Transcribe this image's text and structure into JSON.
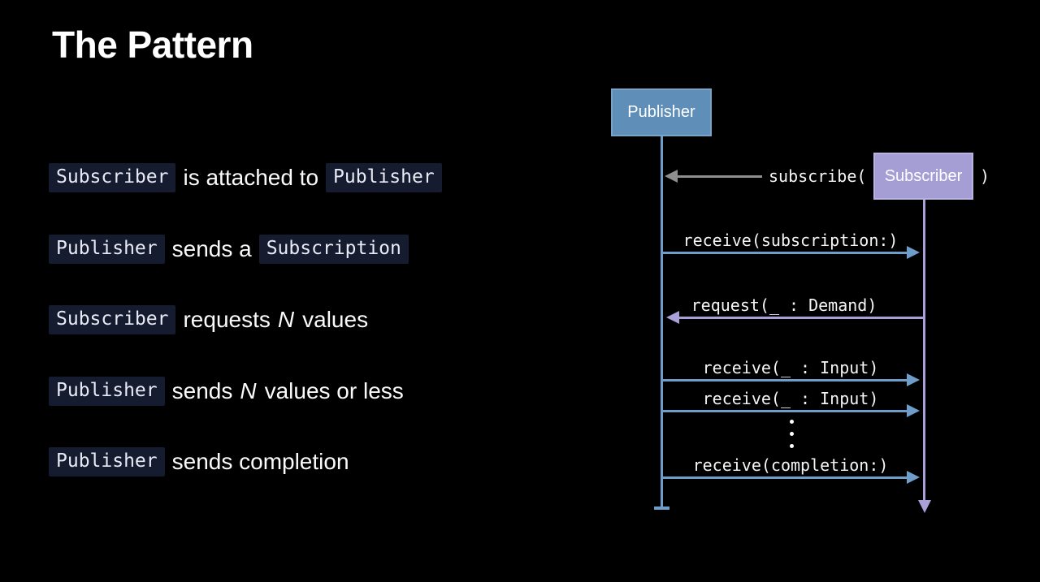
{
  "slide": {
    "title": "The Pattern"
  },
  "bullets": [
    {
      "segments": [
        {
          "style": "code",
          "text": "Subscriber"
        },
        {
          "style": "plain",
          "text": "is attached to"
        },
        {
          "style": "code",
          "text": "Publisher"
        }
      ]
    },
    {
      "segments": [
        {
          "style": "code",
          "text": "Publisher"
        },
        {
          "style": "plain",
          "text": "sends a"
        },
        {
          "style": "code",
          "text": "Subscription"
        }
      ]
    },
    {
      "segments": [
        {
          "style": "code",
          "text": "Subscriber"
        },
        {
          "style": "plain",
          "text": "requests"
        },
        {
          "style": "italic",
          "text": "N"
        },
        {
          "style": "plain",
          "text": "values"
        }
      ]
    },
    {
      "segments": [
        {
          "style": "code",
          "text": "Publisher"
        },
        {
          "style": "plain",
          "text": "sends"
        },
        {
          "style": "italic",
          "text": "N"
        },
        {
          "style": "plain",
          "text": "values or less"
        }
      ]
    },
    {
      "segments": [
        {
          "style": "code",
          "text": "Publisher"
        },
        {
          "style": "plain",
          "text": "sends completion"
        }
      ]
    }
  ],
  "diagram": {
    "publisher_label": "Publisher",
    "subscriber_label": "Subscriber",
    "subscribe_prefix": "subscribe(",
    "subscribe_suffix": ")",
    "messages": [
      {
        "label": "receive(subscription:)",
        "direction": "right",
        "from": "Publisher",
        "to": "Subscriber",
        "color": "blue"
      },
      {
        "label": "request(_ : Demand)",
        "direction": "left",
        "from": "Subscriber",
        "to": "Publisher",
        "color": "purple"
      },
      {
        "label": "receive(_ : Input)",
        "direction": "right",
        "from": "Publisher",
        "to": "Subscriber",
        "color": "blue"
      },
      {
        "label": "receive(_ : Input)",
        "direction": "right",
        "from": "Publisher",
        "to": "Subscriber",
        "color": "blue"
      },
      {
        "label": "receive(completion:)",
        "direction": "right",
        "from": "Publisher",
        "to": "Subscriber",
        "color": "blue"
      }
    ],
    "ellipsis_dots": 3
  },
  "colors": {
    "background": "#000000",
    "title_text": "#ffffff",
    "code_chip_background": "#161c2f",
    "code_chip_text": "#e8ebf5",
    "publisher_box": "#5f8fb8",
    "publisher_line": "#6f9dc9",
    "subscriber_box": "#a59ed5",
    "subscriber_line": "#a7a1d8",
    "subscribe_arrow": "#8f8f8f",
    "label_text": "#f5f5f5"
  }
}
